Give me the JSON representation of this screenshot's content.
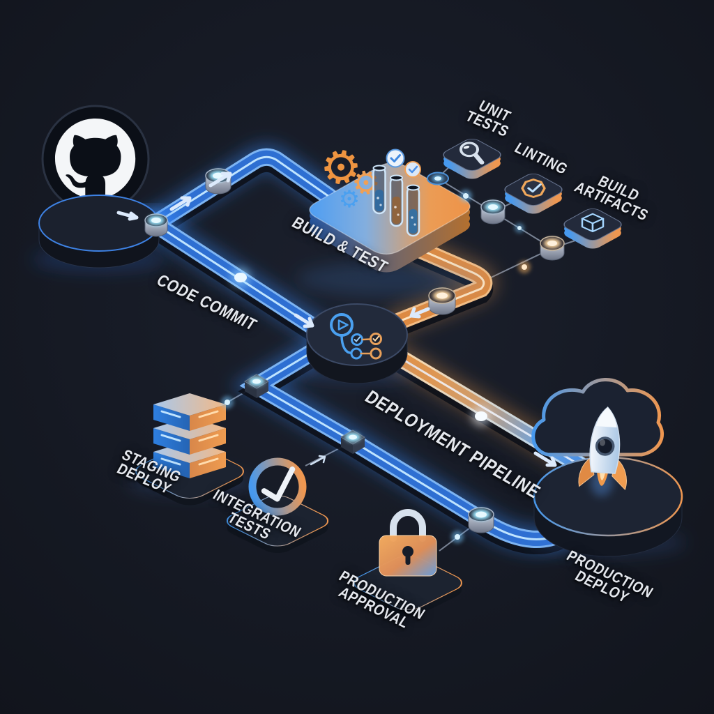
{
  "colors": {
    "background": "#14171f",
    "pipe_blue": "#2e6fd2",
    "pipe_blue_light": "#bfe4ff",
    "pipe_orange": "#dd8a42",
    "pipe_orange_light": "#ffe4bf",
    "glow_cyan": "#9fe8ff",
    "glow_orange": "#ffd9a2",
    "platform_dark": "#1d2433",
    "label_text": "#e5e8ee"
  },
  "nodes": {
    "source_repo": {
      "icon": "github-icon"
    },
    "build_test": {
      "label": "BUILD & TEST",
      "icons": [
        "gear-icon",
        "test-tube-icon",
        "check-badge-icon"
      ]
    },
    "unit_tests": {
      "label_lines": [
        "UNIT",
        "TESTS"
      ],
      "icon": "magnifier-icon"
    },
    "linting": {
      "label": "LINTING",
      "icon": "lint-badge-icon"
    },
    "build_artifacts": {
      "label_lines": [
        "BUILD",
        "ARTIFACTS"
      ],
      "icon": "package-cube-icon"
    },
    "pipeline_hub": {
      "icon": "workflow-icon"
    },
    "staging_deploy": {
      "label_lines": [
        "STAGING",
        "DEPLOY"
      ],
      "icon": "server-stack-icon"
    },
    "integration_tests": {
      "label_lines": [
        "INTEGRATION",
        "TESTS"
      ],
      "icon": "check-ring-icon"
    },
    "production_approval": {
      "label_lines": [
        "PRODUCTION",
        "APPROVAL"
      ],
      "icon": "padlock-icon"
    },
    "production_deploy": {
      "label_lines": [
        "PRODUCTION",
        "DEPLOY"
      ],
      "icons": [
        "rocket-icon",
        "cloud-icon"
      ]
    }
  },
  "edges": {
    "code_commit": {
      "label": "CODE COMMIT"
    },
    "deployment_pipeline": {
      "label": "DEPLOYMENT PIPELINE"
    }
  }
}
